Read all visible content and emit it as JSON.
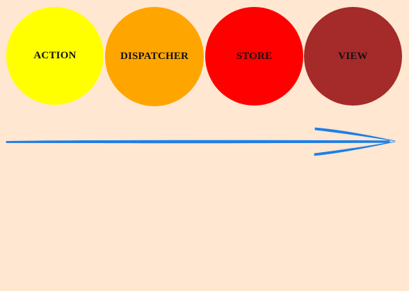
{
  "diagram": {
    "nodes": [
      {
        "label": "ACTION",
        "color": "#ffff00"
      },
      {
        "label": "DISPATCHER",
        "color": "#ffa500"
      },
      {
        "label": "STORE",
        "color": "#ff0000"
      },
      {
        "label": "VIEW",
        "color": "#a52a2a"
      }
    ],
    "arrow": {
      "direction": "left-to-right",
      "color": "#1e7fe6"
    }
  }
}
